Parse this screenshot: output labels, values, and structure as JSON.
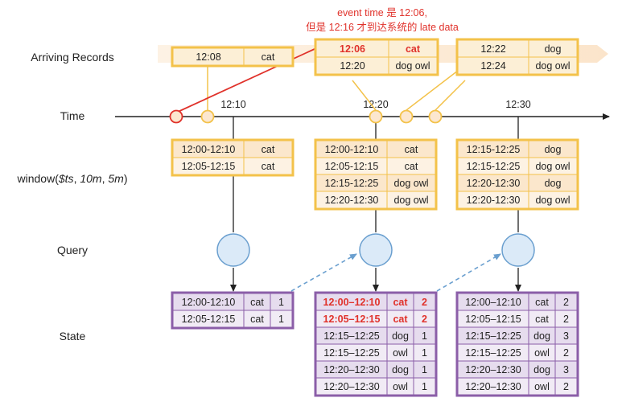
{
  "labels": {
    "arriving": "Arriving Records",
    "time": "Time",
    "window": {
      "prefix": "window(",
      "ts": "$ts",
      "sep1": ", ",
      "size": "10m",
      "sep2": ", ",
      "slide": "5m",
      "suffix": ")"
    },
    "query": "Query",
    "state": "State"
  },
  "annotation": {
    "line1": "event time 是 12:06,",
    "line2": "但是 12:16 才到达系统的 late data"
  },
  "time_ticks": [
    "12:10",
    "12:20",
    "12:30"
  ],
  "arriving_groups": [
    {
      "rows": [
        {
          "time": "12:08",
          "word": "cat",
          "late": false
        }
      ]
    },
    {
      "rows": [
        {
          "time": "12:06",
          "word": "cat",
          "late": true
        },
        {
          "time": "12:20",
          "word": "dog owl",
          "late": false
        }
      ]
    },
    {
      "rows": [
        {
          "time": "12:22",
          "word": "dog",
          "late": false
        },
        {
          "time": "12:24",
          "word": "dog owl",
          "late": false
        }
      ]
    }
  ],
  "windows": [
    {
      "rows": [
        {
          "range": "12:00-12:10",
          "word": "cat"
        },
        {
          "range": "12:05-12:15",
          "word": "cat"
        }
      ]
    },
    {
      "rows": [
        {
          "range": "12:00-12:10",
          "word": "cat"
        },
        {
          "range": "12:05-12:15",
          "word": "cat"
        },
        {
          "range": "12:15-12:25",
          "word": "dog owl"
        },
        {
          "range": "12:20-12:30",
          "word": "dog owl"
        }
      ]
    },
    {
      "rows": [
        {
          "range": "12:15-12:25",
          "word": "dog"
        },
        {
          "range": "12:15-12:25",
          "word": "dog owl"
        },
        {
          "range": "12:20-12:30",
          "word": "dog"
        },
        {
          "range": "12:20-12:30",
          "word": "dog owl"
        }
      ]
    }
  ],
  "states": [
    {
      "rows": [
        {
          "range": "12:00-12:10",
          "word": "cat",
          "count": "1",
          "hl": false
        },
        {
          "range": "12:05-12:15",
          "word": "cat",
          "count": "1",
          "hl": false
        }
      ]
    },
    {
      "rows": [
        {
          "range": "12:00–12:10",
          "word": "cat",
          "count": "2",
          "hl": true
        },
        {
          "range": "12:05–12:15",
          "word": "cat",
          "count": "2",
          "hl": true
        },
        {
          "range": "12:15–12:25",
          "word": "dog",
          "count": "1",
          "hl": false
        },
        {
          "range": "12:15–12:25",
          "word": "owl",
          "count": "1",
          "hl": false
        },
        {
          "range": "12:20–12:30",
          "word": "dog",
          "count": "1",
          "hl": false
        },
        {
          "range": "12:20–12:30",
          "word": "owl",
          "count": "1",
          "hl": false
        }
      ]
    },
    {
      "rows": [
        {
          "range": "12:00–12:10",
          "word": "cat",
          "count": "2",
          "hl": false
        },
        {
          "range": "12:05–12:15",
          "word": "cat",
          "count": "2",
          "hl": false
        },
        {
          "range": "12:15–12:25",
          "word": "dog",
          "count": "3",
          "hl": false
        },
        {
          "range": "12:15–12:25",
          "word": "owl",
          "count": "2",
          "hl": false
        },
        {
          "range": "12:20–12:30",
          "word": "dog",
          "count": "3",
          "hl": false
        },
        {
          "range": "12:20–12:30",
          "word": "owl",
          "count": "2",
          "hl": false
        }
      ]
    }
  ],
  "colors": {
    "record_border": "#f3c24a",
    "record_fill": "#fcefd6",
    "window_border": "#f3c24a",
    "window_fill_a": "#fbe7cc",
    "window_fill_b": "#fdf2e3",
    "state_border": "#8b5ea8",
    "state_fill_a": "#e6dcee",
    "state_fill_b": "#f1ebf5",
    "query_fill": "#dbeaf8",
    "query_stroke": "#6a9fcf",
    "highlight": "#e0322b",
    "dashed_arrow": "#6a9fcf",
    "band": "#fdecd8"
  }
}
